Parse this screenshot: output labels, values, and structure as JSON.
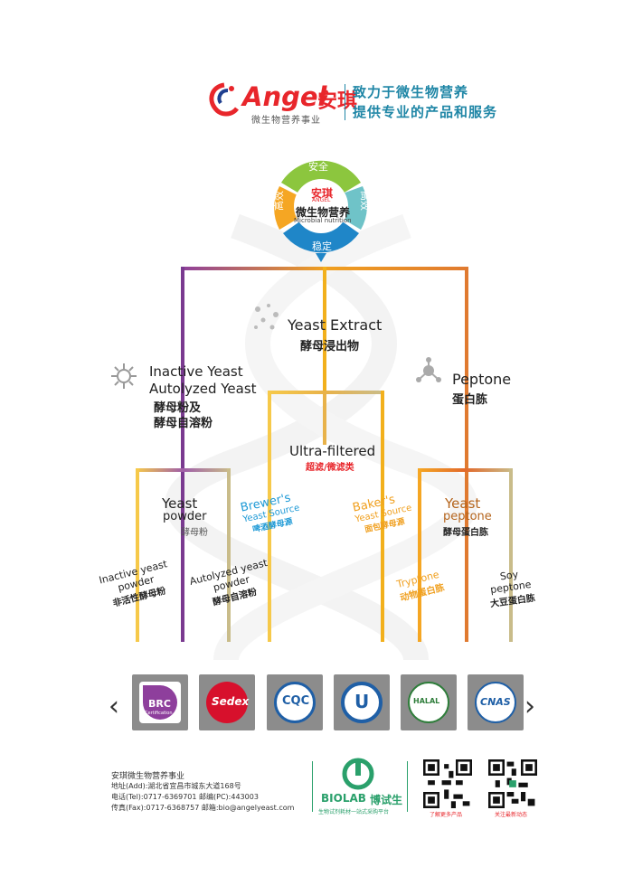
{
  "header": {
    "brand": "Angel",
    "brand_cn": "安琪",
    "tagline_small": "微生物营养事业",
    "slogan_line1": "致力于微生物营养",
    "slogan_line2": "提供专业的产品和服务"
  },
  "wheel": {
    "top": "安全",
    "right": "高效",
    "bottom": "稳定",
    "left": "高效",
    "center_logo": "安琪",
    "center_logo_en": "ANGEL",
    "center_cn": "微生物营养",
    "center_en": "Microbial nutrition",
    "colors": {
      "top": "#8cc63e",
      "right": "#6fc3c8",
      "bottom": "#1f86c8",
      "left": "#f5a623"
    }
  },
  "tree": {
    "yeast_extract": {
      "en": "Yeast Extract",
      "cn": "酵母浸出物"
    },
    "inactive": {
      "en1": "Inactive Yeast",
      "en2": "Autolyzed Yeast",
      "cn1": "酵母粉及",
      "cn2": "酵母自溶粉"
    },
    "peptone": {
      "en": "Peptone",
      "cn": "蛋白胨"
    },
    "ultra": {
      "en": "Ultra-filtered",
      "cn": "超滤/微滤类"
    },
    "yeast_powder": {
      "en1": "Yeast",
      "en2": "powder",
      "cn": "酵母粉"
    },
    "brewers": {
      "en1": "Brewer's",
      "en2": "Yeast Source",
      "cn": "啤酒酵母源"
    },
    "bakers": {
      "en1": "Baker's",
      "en2": "Yeast Source",
      "cn": "面包酵母源"
    },
    "yeast_peptone": {
      "en1": "Yeast",
      "en2": "peptone",
      "cn": "酵母蛋白胨"
    },
    "inactive_yeast_powder": {
      "en1": "Inactive yeast",
      "en2": "powder",
      "cn": "非活性酵母粉"
    },
    "autolyzed_yeast_powder": {
      "en1": "Autolyzed yeast",
      "en2": "powder",
      "cn": "酵母自溶粉"
    },
    "tryptone": {
      "en": "Tryptone",
      "cn": "动物蛋白胨"
    },
    "soy_peptone": {
      "en1": "Soy",
      "en2": "peptone",
      "cn": "大豆蛋白胨"
    }
  },
  "certifications": [
    {
      "label": "BRC",
      "sub": "Certification"
    },
    {
      "label": "Sedex"
    },
    {
      "label": "CQC"
    },
    {
      "label": "U"
    },
    {
      "label": "HALAL"
    },
    {
      "label": "CNAS"
    }
  ],
  "footer": {
    "company": "安琪微生物营养事业",
    "address": "地址(Add):湖北省宜昌市城东大道168号",
    "phone": "电话(Tel):0717-6369701   邮编(PC):443003",
    "fax": "传真(Fax):0717-6368757   邮箱:bio@angelyeast.com",
    "biolab": "BIOLAB",
    "biolab_cn": "博试生",
    "biolab_tagline": "生物试剂耗材一站式采购平台",
    "qr1_caption": "了解更多产品",
    "qr2_caption": "关注最新动态"
  }
}
